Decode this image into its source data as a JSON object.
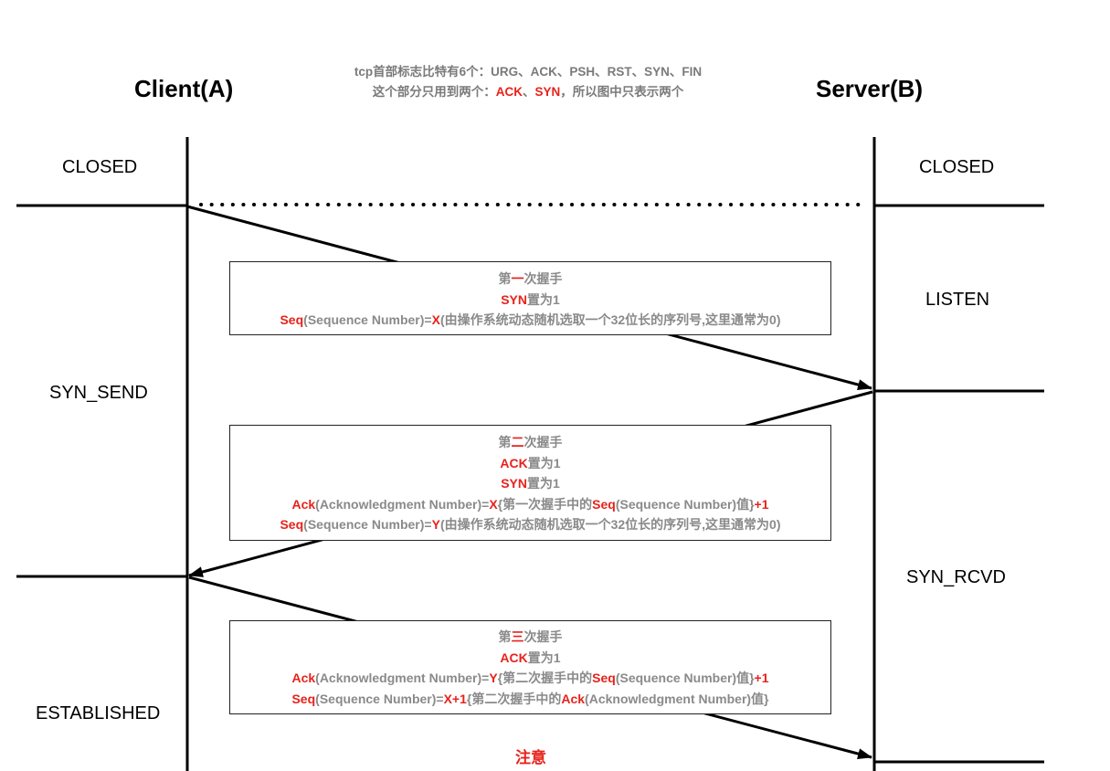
{
  "header": {
    "client": "Client(A)",
    "server": "Server(B)",
    "note_line1": "tcp首部标志比特有6个：URG、ACK、PSH、RST、SYN、FIN",
    "note_line2_a": "这个部分只用到两个：",
    "note_line2_ack": "ACK",
    "note_line2_sep": "、",
    "note_line2_syn": "SYN",
    "note_line2_b": "，所以图中只表示两个"
  },
  "client_states": {
    "closed": "CLOSED",
    "syn_send": "SYN_SEND",
    "established": "ESTABLISHED"
  },
  "server_states": {
    "closed": "CLOSED",
    "listen": "LISTEN",
    "syn_rcvd": "SYN_RCVD"
  },
  "handshake1": {
    "title_a": "第",
    "title_b": "一",
    "title_c": "次握手",
    "l2_a": "SYN",
    "l2_b": "置为1",
    "l3_a": "Seq",
    "l3_b": "(Sequence Number)=",
    "l3_c": "X",
    "l3_d": "(由操作系统动态随机选取一个32位长的序列号,这里通常为0)"
  },
  "handshake2": {
    "title_a": "第",
    "title_b": "二",
    "title_c": "次握手",
    "l2_a": "ACK",
    "l2_b": "置为1",
    "l3_a": "SYN",
    "l3_b": "置为1",
    "l4_a": "Ack",
    "l4_b": "(Acknowledgment Number)=",
    "l4_c": "X",
    "l4_d": "{第一次握手中的",
    "l4_e": "Seq",
    "l4_f": "(Sequence Number)值}",
    "l4_g": "+1",
    "l5_a": "Seq",
    "l5_b": "(Sequence Number)=",
    "l5_c": "Y",
    "l5_d": "(由操作系统动态随机选取一个32位长的序列号,这里通常为0)"
  },
  "handshake3": {
    "title_a": "第",
    "title_b": "三",
    "title_c": "次握手",
    "l2_a": "ACK",
    "l2_b": "置为1",
    "l3_a": "Ack",
    "l3_b": "(Acknowledgment Number)=",
    "l3_c": "Y",
    "l3_d": "{第二次握手中的",
    "l3_e": "Seq",
    "l3_f": "(Sequence Number)值}",
    "l3_g": "+1",
    "l4_a": "Seq",
    "l4_b": "(Sequence Number)=",
    "l4_c": "X+1",
    "l4_d": "{第二次握手中的",
    "l4_e": "Ack",
    "l4_f": "(Acknowledgment Number)值}"
  },
  "notice": "注意",
  "colors": {
    "accent_red": "#e8221b",
    "text_gray": "#8a8a8a",
    "line": "#000000"
  }
}
